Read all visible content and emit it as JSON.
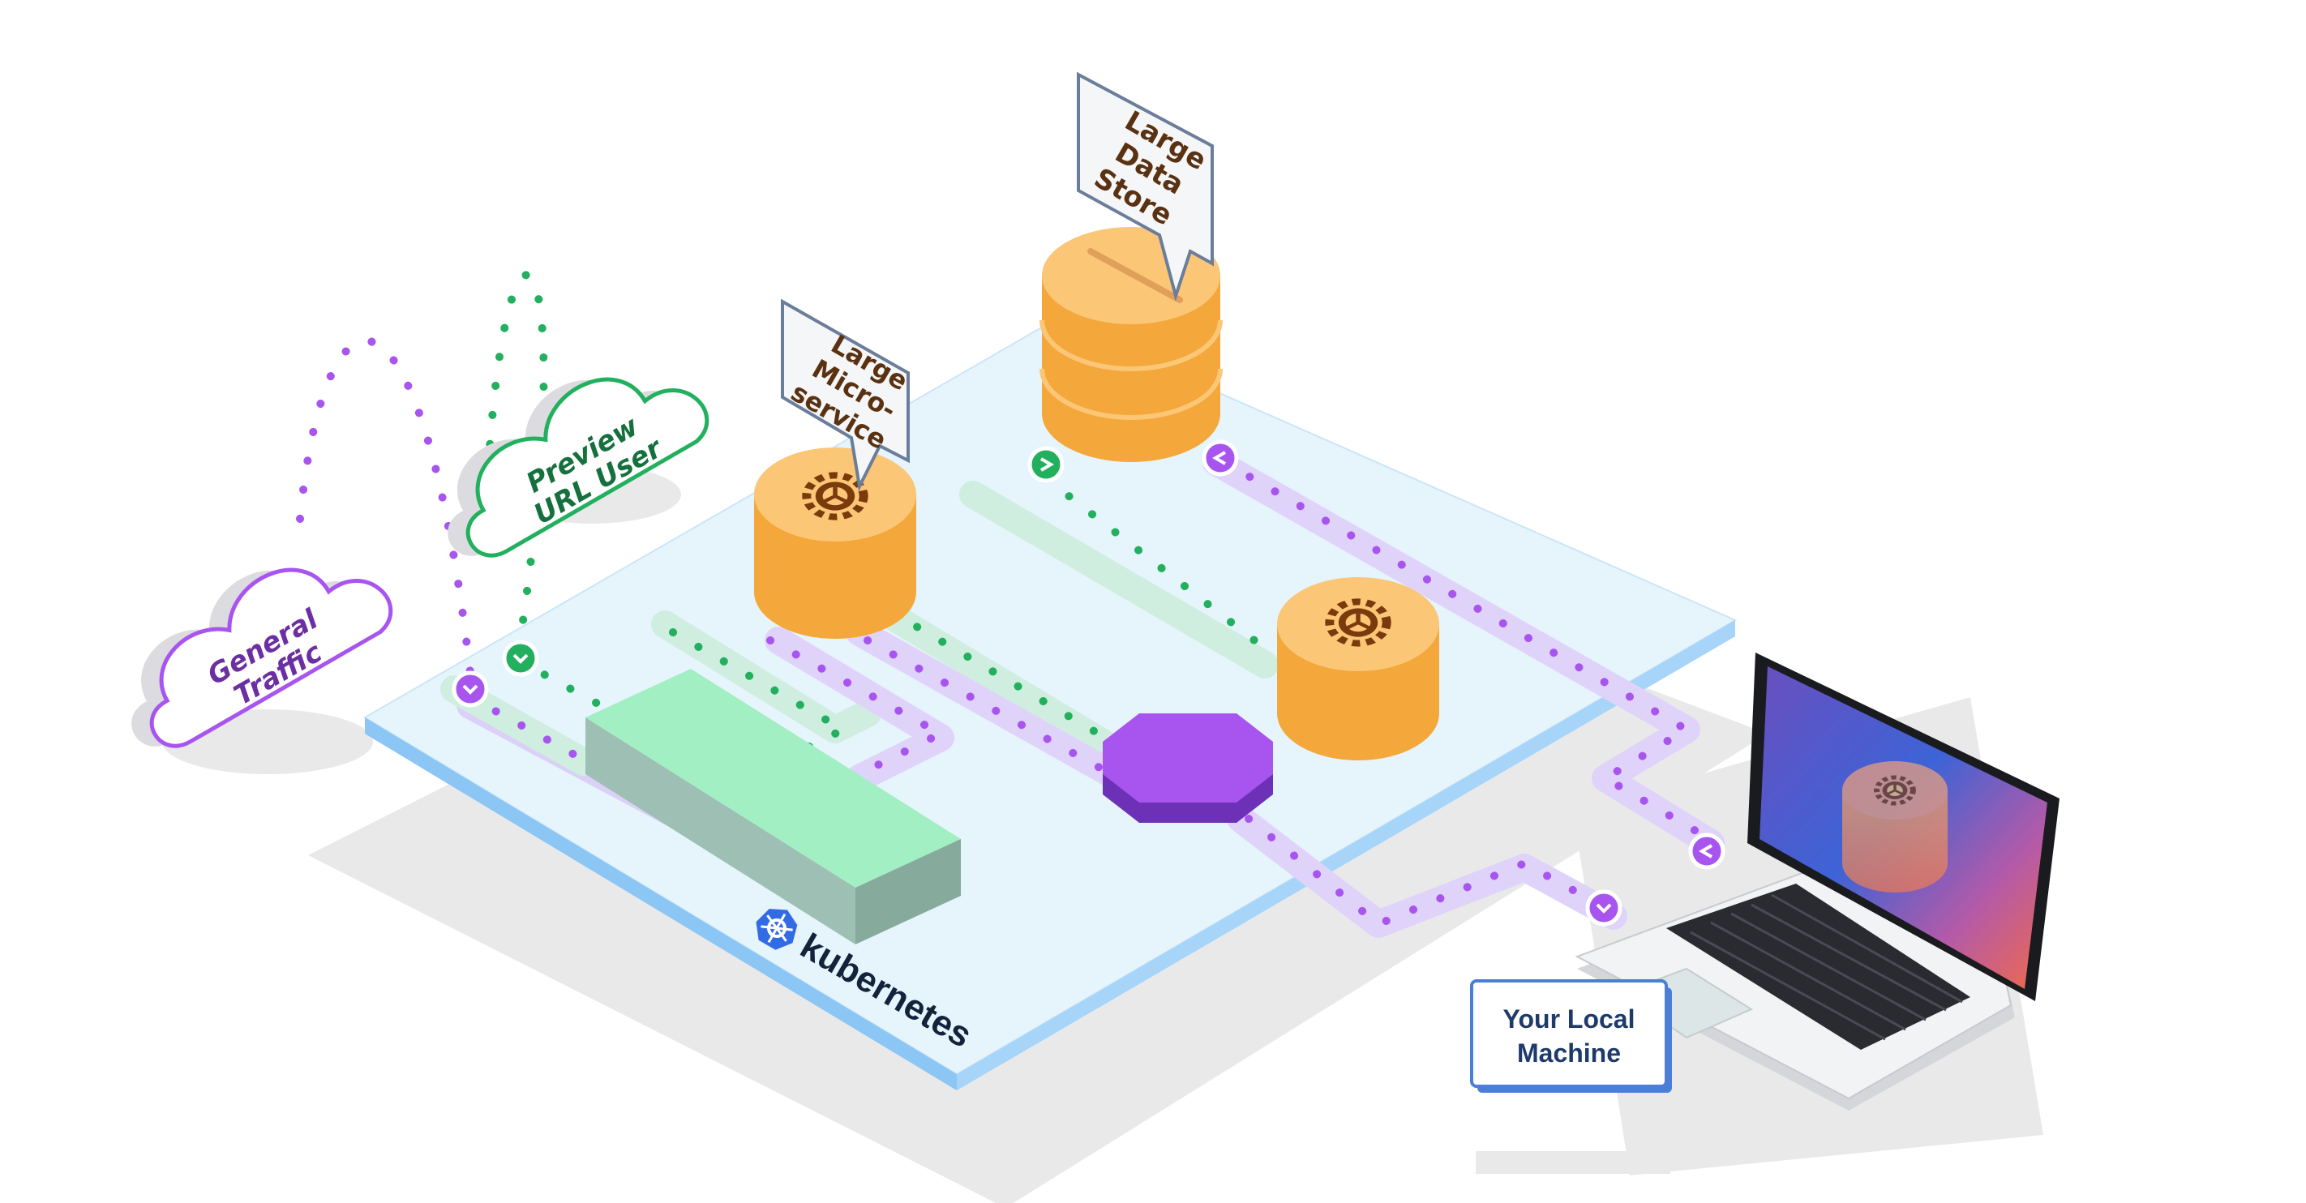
{
  "clouds": {
    "general_traffic": [
      "General",
      "Traffic"
    ],
    "preview_user": [
      "Preview",
      "URL User"
    ]
  },
  "callouts": {
    "large_microservice": [
      "Large",
      "Micro-",
      "service"
    ],
    "large_data_store": [
      "Large",
      "Data",
      "Store"
    ]
  },
  "platform": {
    "brand": "kubernetes"
  },
  "local_machine": [
    "Your Local",
    "Machine"
  ],
  "icons": [
    "gear-icon",
    "kubernetes-logo-icon",
    "chevron-icon"
  ],
  "colors": {
    "platform_top": "#e6f4fc",
    "platform_edge": "#8ec9f7",
    "cylinder": "#f4a73b",
    "cylinder_top": "#fbc676",
    "gear": "#7a3a0c",
    "purple": "#a855f0",
    "green": "#22b05e",
    "gateway_block": "#a2efc3"
  }
}
